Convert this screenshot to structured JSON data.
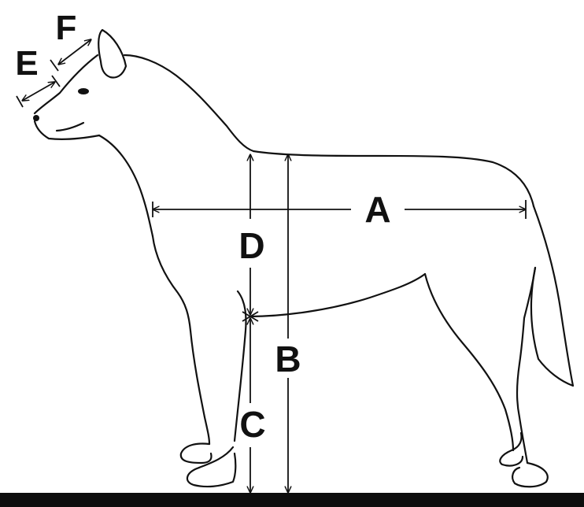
{
  "colors": {
    "line": "#111111",
    "ground": "#0d0d0d",
    "background": "#ffffff"
  },
  "icons": {
    "dog": "dog-outline-icon"
  },
  "labels": {
    "a": "A",
    "b": "B",
    "c": "C",
    "d": "D",
    "e": "E",
    "f": "F"
  }
}
